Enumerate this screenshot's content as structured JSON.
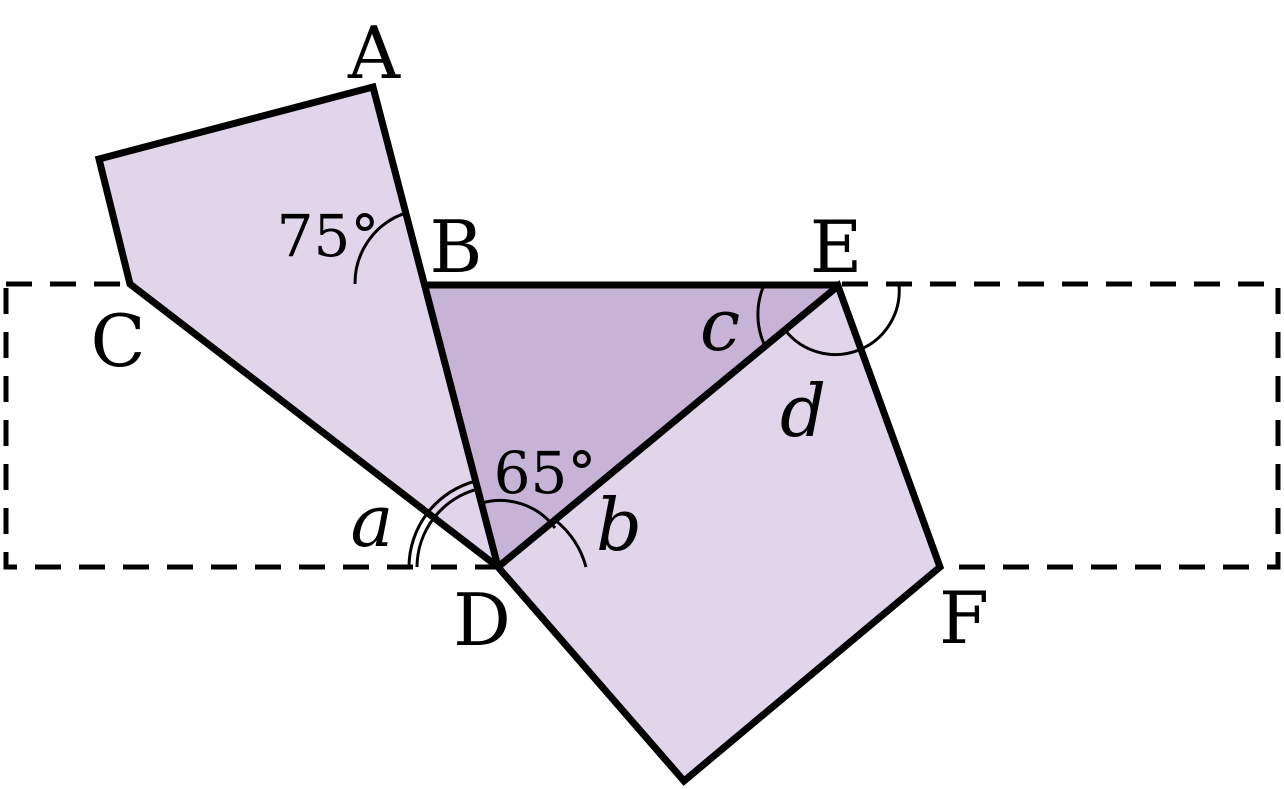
{
  "points": {
    "A": "A",
    "B": "B",
    "C": "C",
    "D": "D",
    "E": "E",
    "F": "F"
  },
  "angles": {
    "given_1": "75°",
    "given_2": "65°",
    "a": "a",
    "b": "b",
    "c": "c",
    "d": "d"
  },
  "colors": {
    "light_fill": "#e0d5e9",
    "dark_fill": "#c7b3d6",
    "stroke": "#000000",
    "background": "#ffffff"
  }
}
